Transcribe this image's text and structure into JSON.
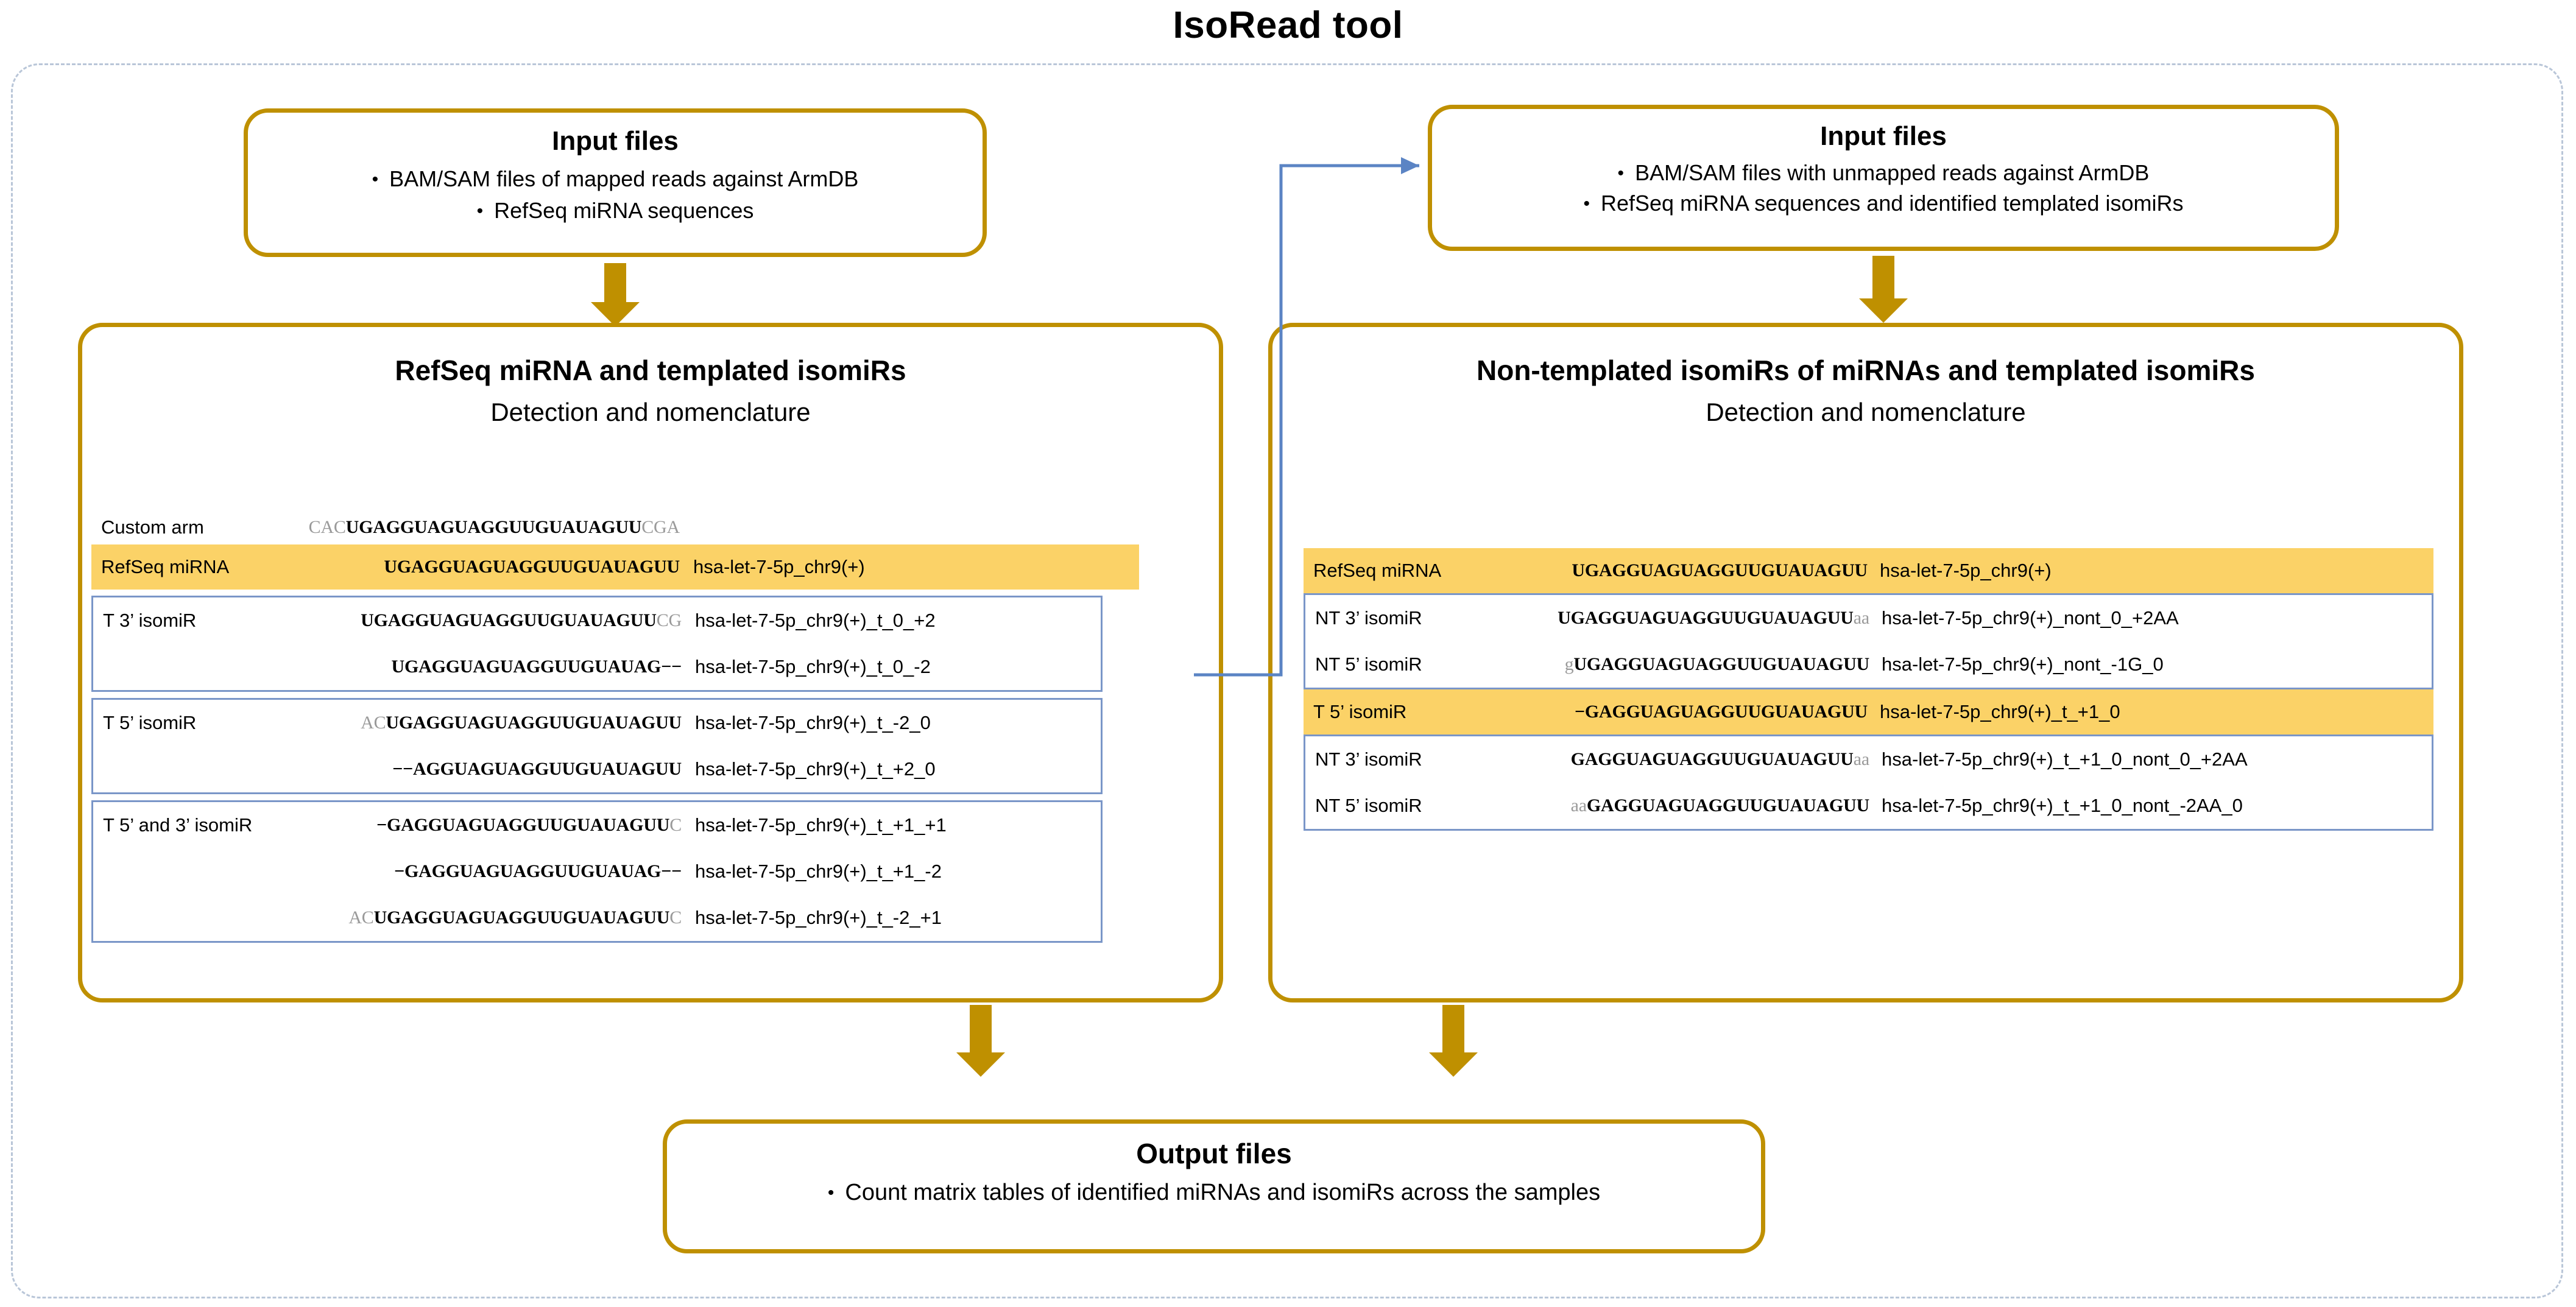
{
  "title": "IsoRead tool",
  "boxes": {
    "input_left": {
      "heading": "Input files",
      "bullets": [
        "BAM/SAM files of mapped reads against ArmDB",
        "RefSeq miRNA sequences"
      ]
    },
    "input_right": {
      "heading": "Input files",
      "bullets": [
        "BAM/SAM files with unmapped reads against ArmDB",
        "RefSeq miRNA sequences and identified templated isomiRs"
      ]
    },
    "panel_left": {
      "heading": "RefSeq miRNA and templated isomiRs",
      "subheading": "Detection and nomenclature"
    },
    "panel_right": {
      "heading": "Non-templated isomiRs of miRNAs and templated isomiRs",
      "subheading": "Detection and nomenclature"
    },
    "output": {
      "heading": "Output files",
      "bullets": [
        "Count matrix tables of identified miRNAs and isomiRs across the samples"
      ]
    }
  },
  "colors": {
    "gold": "#bf9000",
    "yellow_highlight": "#fbd267",
    "blue_border": "#7a96c8",
    "connector_blue": "#5b84c4",
    "dashed_gray": "#b9c6d8"
  },
  "table_left": {
    "plain_row": {
      "label": "Custom arm",
      "seq_prefix": "CAC",
      "seq_core": "UGAGGUAGUAGGUUGUAUAGUU",
      "seq_suffix": "CGA",
      "name": ""
    },
    "refseq_row": {
      "label": "RefSeq miRNA",
      "seq_prefix": "",
      "seq_core": "UGAGGUAGUAGGUUGUAUAGUU",
      "seq_suffix": "",
      "name": "hsa-let-7-5p_chr9(+)"
    },
    "groups": [
      {
        "label": "T 3’ isomiR",
        "rows": [
          {
            "seq_prefix": "",
            "seq_core": "UGAGGUAGUAGGUUGUAUAGUU",
            "seq_suffix": "CG",
            "suffix_style": "flank",
            "name": "hsa-let-7-5p_chr9(+)_t_0_+2"
          },
          {
            "seq_prefix": "",
            "seq_core": "UGAGGUAGUAGGUUGUAUAG",
            "seq_suffix": "−−",
            "suffix_style": "dash",
            "name": "hsa-let-7-5p_chr9(+)_t_0_-2"
          }
        ]
      },
      {
        "label": "T 5’ isomiR",
        "rows": [
          {
            "seq_prefix": "AC",
            "prefix_style": "flank",
            "seq_core": "UGAGGUAGUAGGUUGUAUAGUU",
            "seq_suffix": "",
            "name": "hsa-let-7-5p_chr9(+)_t_-2_0"
          },
          {
            "seq_prefix": "−−",
            "prefix_style": "dash",
            "seq_core": "AGGUAGUAGGUUGUAUAGUU",
            "seq_suffix": "",
            "name": "hsa-let-7-5p_chr9(+)_t_+2_0"
          }
        ]
      },
      {
        "label": "T 5’ and 3’ isomiR",
        "rows": [
          {
            "seq_prefix": "−",
            "prefix_style": "dash",
            "seq_core": "GAGGUAGUAGGUUGUAUAGUU",
            "seq_suffix": "C",
            "suffix_style": "flank",
            "name": "hsa-let-7-5p_chr9(+)_t_+1_+1"
          },
          {
            "seq_prefix": "−",
            "prefix_style": "dash",
            "seq_core": "GAGGUAGUAGGUUGUAUAG",
            "seq_suffix": "−−",
            "suffix_style": "dash",
            "name": "hsa-let-7-5p_chr9(+)_t_+1_-2"
          },
          {
            "seq_prefix": "AC",
            "prefix_style": "flank",
            "seq_core": "UGAGGUAGUAGGUUGUAUAGUU",
            "seq_suffix": "C",
            "suffix_style": "flank",
            "name": "hsa-let-7-5p_chr9(+)_t_-2_+1"
          }
        ]
      }
    ]
  },
  "table_right": {
    "blocks": [
      {
        "kind": "yellow",
        "label": "RefSeq miRNA",
        "seq_prefix": "",
        "seq_core": "UGAGGUAGUAGGUUGUAUAGUU",
        "seq_suffix": "",
        "name": "hsa-let-7-5p_chr9(+)"
      },
      {
        "kind": "group",
        "rows": [
          {
            "label": "NT 3’ isomiR",
            "seq_prefix": "",
            "seq_core": "UGAGGUAGUAGGUUGUAUAGUU",
            "seq_suffix": "aa",
            "suffix_style": "nt",
            "name": "hsa-let-7-5p_chr9(+)_nont_0_+2AA"
          },
          {
            "label": "NT 5’ isomiR",
            "seq_prefix": "g",
            "prefix_style": "nt",
            "seq_core": "UGAGGUAGUAGGUUGUAUAGUU",
            "seq_suffix": "",
            "name": "hsa-let-7-5p_chr9(+)_nont_-1G_0"
          }
        ]
      },
      {
        "kind": "yellow",
        "label": "T 5’ isomiR",
        "seq_prefix": "−",
        "prefix_style": "dash",
        "seq_core": "GAGGUAGUAGGUUGUAUAGUU",
        "seq_suffix": "",
        "name": "hsa-let-7-5p_chr9(+)_t_+1_0"
      },
      {
        "kind": "group",
        "rows": [
          {
            "label": "NT 3’ isomiR",
            "seq_prefix": "",
            "seq_core": "GAGGUAGUAGGUUGUAUAGUU",
            "seq_suffix": "aa",
            "suffix_style": "nt",
            "name": "hsa-let-7-5p_chr9(+)_t_+1_0_nont_0_+2AA"
          },
          {
            "label": "NT 5’ isomiR",
            "seq_prefix": "aa",
            "prefix_style": "nt",
            "seq_core": "GAGGUAGUAGGUUGUAUAGUU",
            "seq_suffix": "",
            "name": "hsa-let-7-5p_chr9(+)_t_+1_0_nont_-2AA_0"
          }
        ]
      }
    ]
  }
}
